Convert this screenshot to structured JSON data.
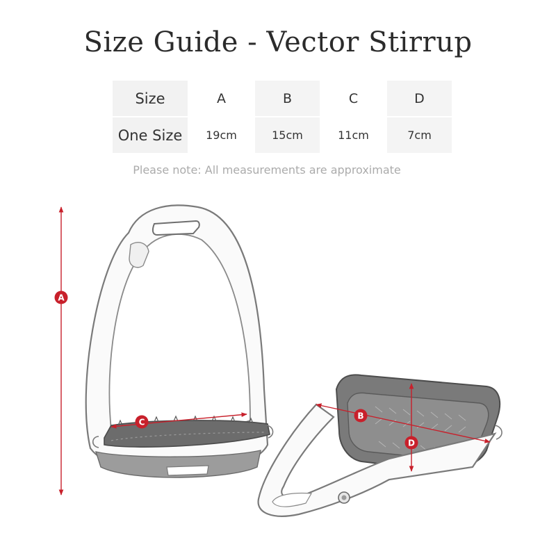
{
  "title": "Size Guide - Vector Stirrup",
  "table": {
    "header": [
      "Size",
      "A",
      "B",
      "C",
      "D"
    ],
    "rows": [
      [
        "One Size",
        "19cm",
        "15cm",
        "11cm",
        "7cm"
      ]
    ]
  },
  "note": "Please note: All measurements are approximate",
  "dimension_labels": {
    "a": "A",
    "b": "B",
    "c": "C",
    "d": "D"
  },
  "colors": {
    "accent": "#c8202b",
    "title": "#2b2b2b",
    "note": "#ababab",
    "table_bg": "#f2f2f2"
  }
}
